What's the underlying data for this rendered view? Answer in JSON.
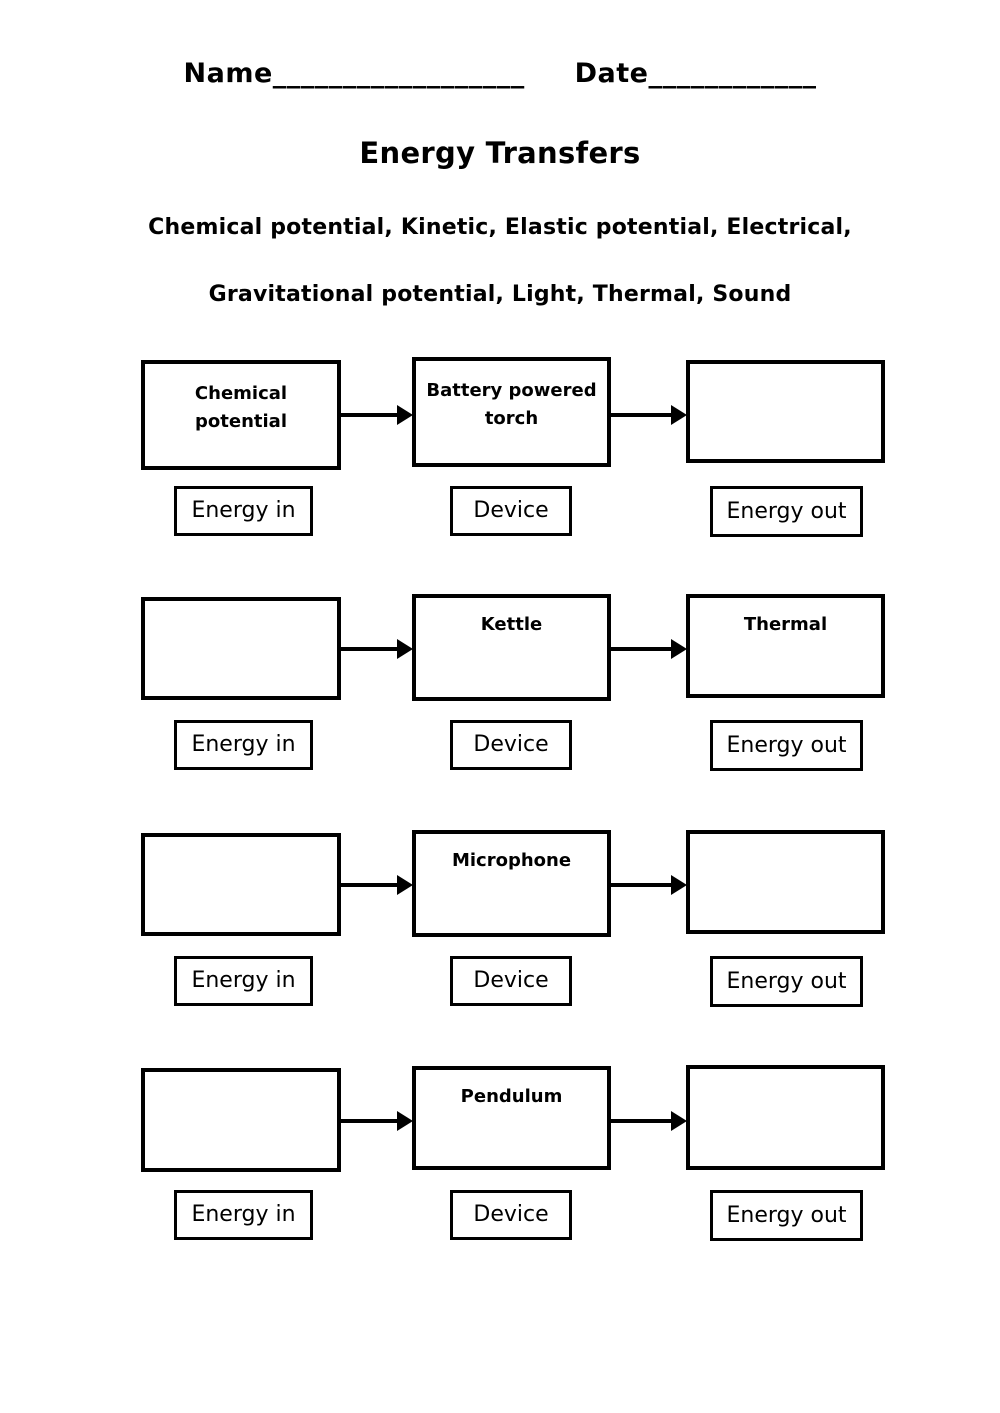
{
  "header": {
    "name_label": "Name",
    "name_blank": "__________________",
    "date_label": "Date",
    "date_blank": "____________"
  },
  "title": "Energy Transfers",
  "word_bank": {
    "line1": "Chemical potential, Kinetic, Elastic potential, Electrical,",
    "line2": "Gravitational potential, Light, Thermal, Sound",
    "terms": [
      "Chemical potential",
      "Kinetic",
      "Elastic potential",
      "Electrical",
      "Gravitational potential",
      "Light",
      "Thermal",
      "Sound"
    ]
  },
  "column_labels": {
    "energy_in": "Energy in",
    "device": "Device",
    "energy_out": "Energy out"
  },
  "rows": [
    {
      "energy_in": "Chemical potential",
      "device": "Battery powered torch",
      "energy_out": ""
    },
    {
      "energy_in": "",
      "device": "Kettle",
      "energy_out": "Thermal"
    },
    {
      "energy_in": "",
      "device": "Microphone",
      "energy_out": ""
    },
    {
      "energy_in": "",
      "device": "Pendulum",
      "energy_out": ""
    }
  ]
}
